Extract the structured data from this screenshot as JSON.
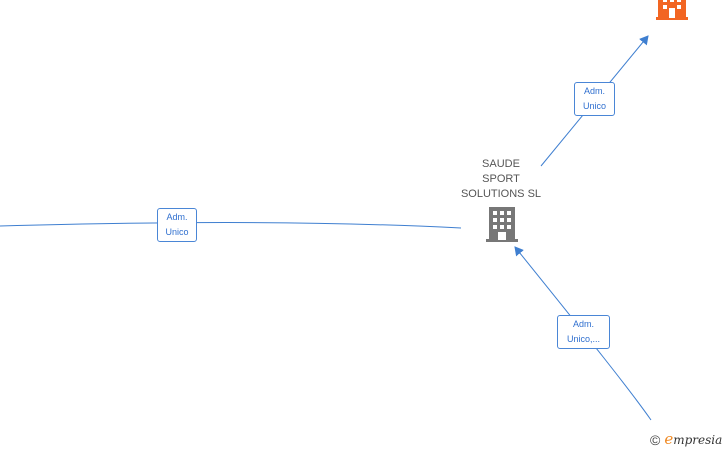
{
  "center_node": {
    "name_lines": [
      "SAUDE",
      "SPORT",
      "SOLUTIONS SL"
    ],
    "icon": "building-icon",
    "color": "#777777"
  },
  "top_right_node": {
    "icon": "building-icon",
    "color": "#f26522"
  },
  "edges": [
    {
      "id": "left",
      "label_lines": [
        "Adm.",
        "Unico"
      ]
    },
    {
      "id": "top-right",
      "label_lines": [
        "Adm.",
        "Unico"
      ]
    },
    {
      "id": "bottom-right",
      "label_lines": [
        "Adm.",
        "Unico,..."
      ]
    }
  ],
  "footer": {
    "copyright_symbol": "©",
    "brand_first": "e",
    "brand_rest": "mpresia"
  },
  "colors": {
    "edge": "#3f7fd0",
    "label_border": "#4a86d6",
    "label_text": "#2f6fcf"
  }
}
